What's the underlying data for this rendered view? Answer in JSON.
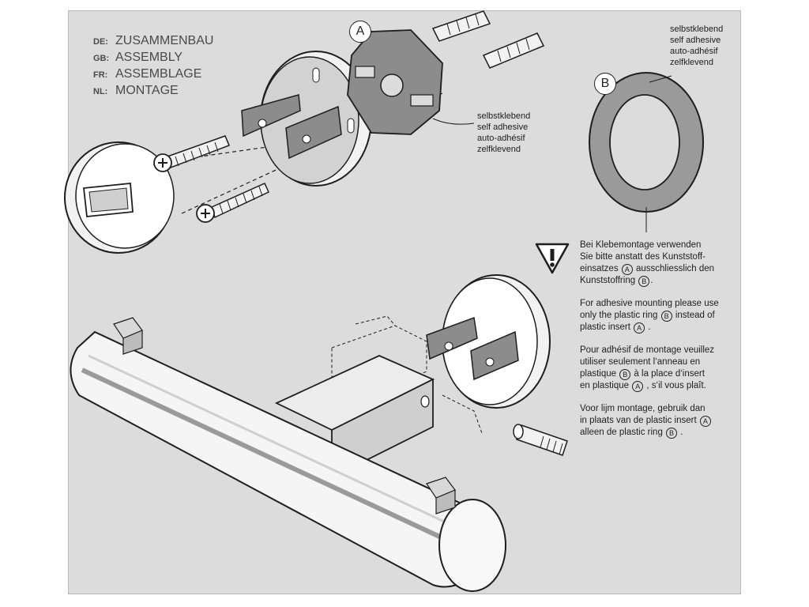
{
  "title_lines": [
    {
      "code": "DE:",
      "word": "ZUSAMMENBAU"
    },
    {
      "code": "GB:",
      "word": "ASSEMBLY"
    },
    {
      "code": "FR:",
      "word": "ASSEMBLAGE"
    },
    {
      "code": "NL:",
      "word": "MONTAGE"
    }
  ],
  "callout_a": "A",
  "callout_b": "B",
  "adhesive_label": [
    "selbstklebend",
    "self adhesive",
    "auto-adhésif",
    "zelfklevend"
  ],
  "notes": {
    "de": {
      "l1": "Bei Klebemontage verwenden",
      "l2": "Sie bitte anstatt des Kunststoff-",
      "l3a": "einsatzes ",
      "ca": "A",
      "l3b": " ausschliesslich den",
      "l4a": "Kunststoffring ",
      "cb": "B",
      "l4b": "."
    },
    "en": {
      "l1": "For adhesive mounting please use",
      "l2a": "only the plastic ring ",
      "cb": "B",
      "l2b": " instead of",
      "l3a": "plastic insert ",
      "ca": "A",
      "l3b": " ."
    },
    "fr": {
      "l1": "Pour adhésif de montage veuillez",
      "l2": "utiliser seulement l‘anneau en",
      "l3a": "plastique ",
      "cb": "B",
      "l3b": " à la place d‘insert",
      "l4a": "en plastique ",
      "ca": "A",
      "l4b": " , s‘il vous plaît."
    },
    "nl": {
      "l1": "Voor lijm montage, gebruik dan",
      "l2a": "in plaats van de plastic insert ",
      "ca": "A",
      "l3a": "alleen de plastic ring ",
      "cb": "B",
      "l3b": " ."
    }
  },
  "colors": {
    "panel": "#dcdcdc",
    "line": "#1e1e1e",
    "metal": "#8c8c8c",
    "ring": "#9a9a9a"
  }
}
